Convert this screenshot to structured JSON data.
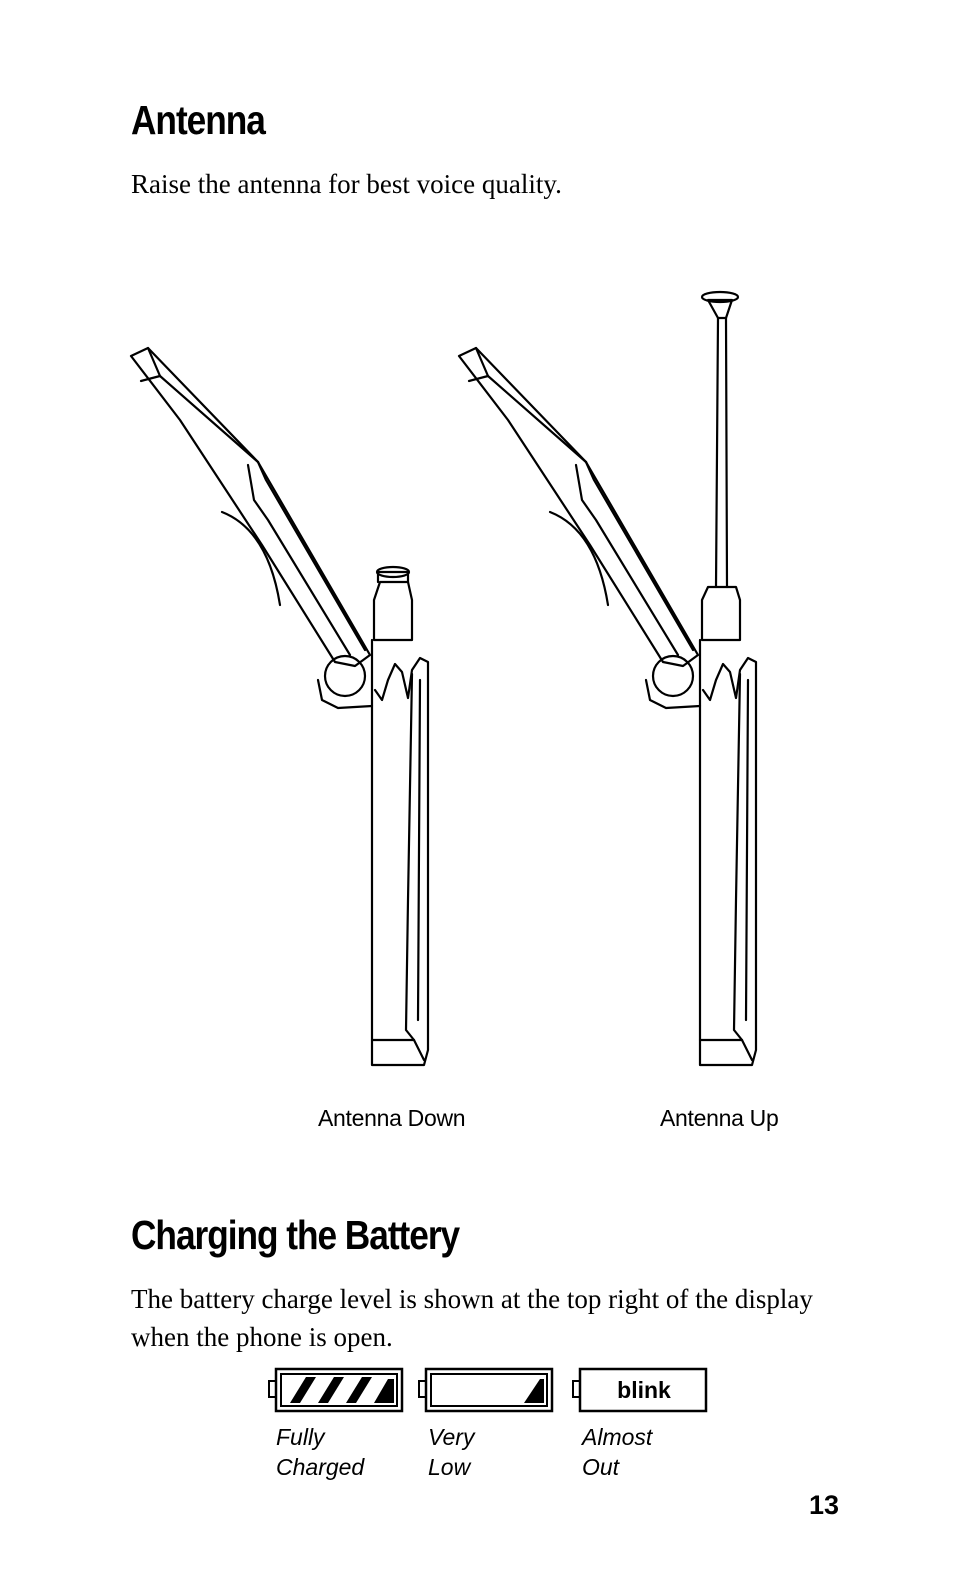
{
  "antenna": {
    "heading": "Antenna",
    "text": "Raise the antenna for best voice quality.",
    "caption_down": "Antenna Down",
    "caption_up": "Antenna Up"
  },
  "battery": {
    "heading": "Charging the Battery",
    "text": "The battery charge level is shown at the top right of the display when the phone is open.",
    "indicators": [
      {
        "label_line1": "Fully",
        "label_line2": "Charged",
        "level": 1.0
      },
      {
        "label_line1": "Very",
        "label_line2": "Low",
        "level": 0.25
      },
      {
        "label_line1": "Almost",
        "label_line2": "Out",
        "blink_text": "blink",
        "level": 0
      }
    ]
  },
  "page_number": "13"
}
